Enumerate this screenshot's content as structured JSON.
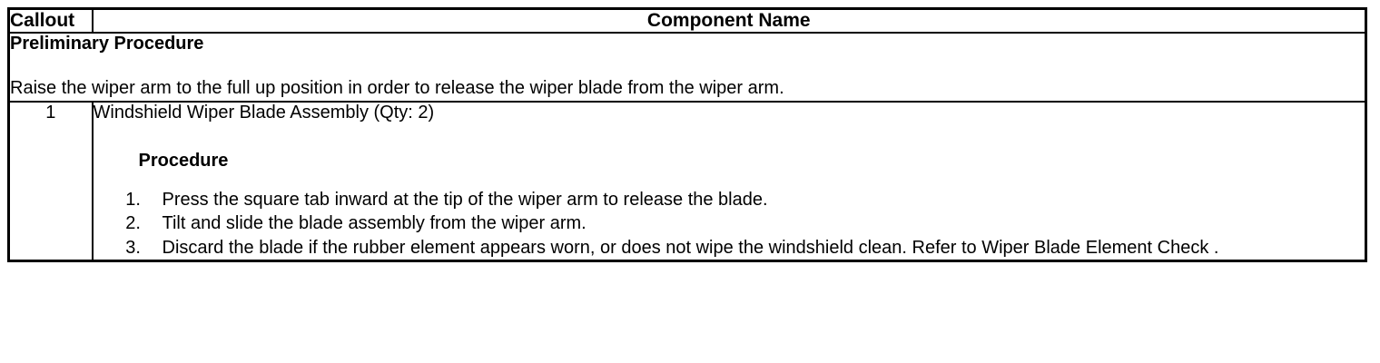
{
  "table": {
    "headers": {
      "callout": "Callout",
      "component_name": "Component Name"
    },
    "preliminary": {
      "title": "Preliminary Procedure",
      "text": "Raise the wiper arm to the full up position in order to release the wiper blade from the wiper arm."
    },
    "rows": [
      {
        "callout": "1",
        "component_name": "Windshield Wiper Blade Assembly (Qty: 2)",
        "procedure_heading": "Procedure",
        "steps": [
          "Press the square tab inward at the tip of the wiper arm to release the blade.",
          "Tilt and slide the blade assembly from the wiper arm.",
          "Discard the blade if the rubber element appears worn, or does not wipe the windshield clean. Refer to Wiper Blade Element Check ."
        ]
      }
    ]
  },
  "colors": {
    "border": "#000000",
    "text": "#000000",
    "background": "#ffffff"
  }
}
